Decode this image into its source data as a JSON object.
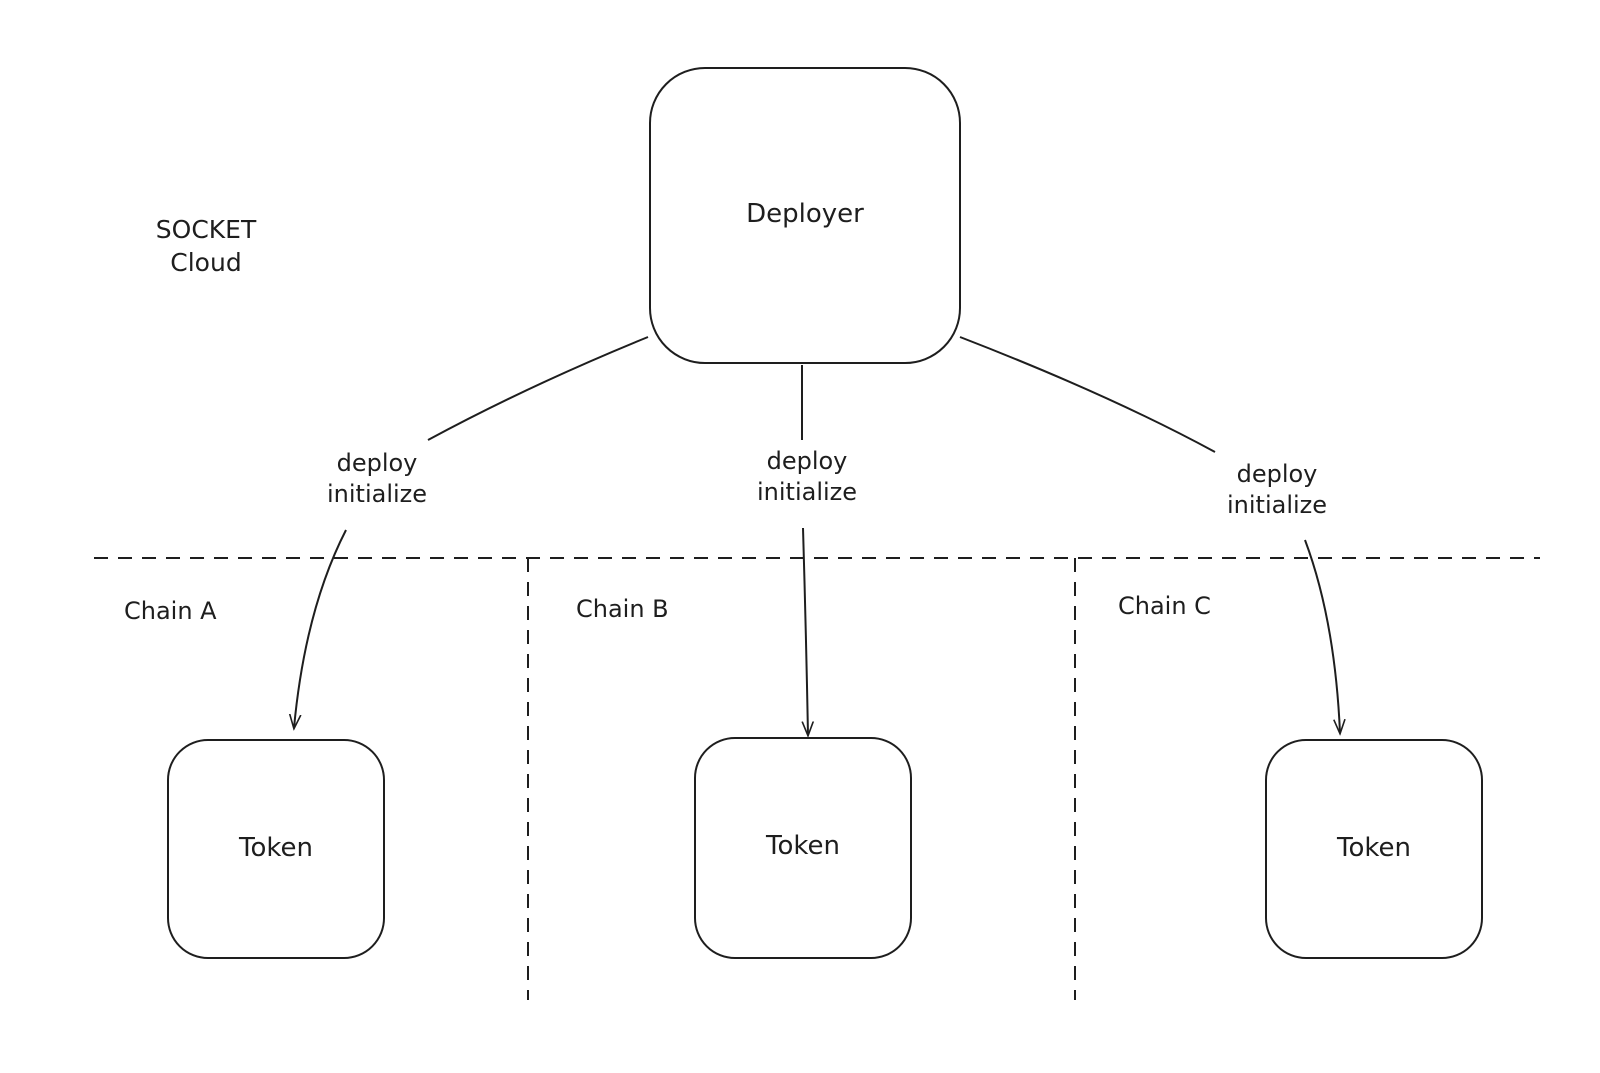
{
  "diagram": {
    "cloud_label": {
      "line1": "SOCKET",
      "line2": "Cloud"
    },
    "deployer": {
      "label": "Deployer"
    },
    "edges": [
      {
        "line1": "deploy",
        "line2": "initialize"
      },
      {
        "line1": "deploy",
        "line2": "initialize"
      },
      {
        "line1": "deploy",
        "line2": "initialize"
      }
    ],
    "chains": [
      {
        "label": "Chain A",
        "token_label": "Token"
      },
      {
        "label": "Chain B",
        "token_label": "Token"
      },
      {
        "label": "Chain C",
        "token_label": "Token"
      }
    ],
    "colors": {
      "stroke": "#1e1e1e",
      "background": "#ffffff"
    }
  }
}
